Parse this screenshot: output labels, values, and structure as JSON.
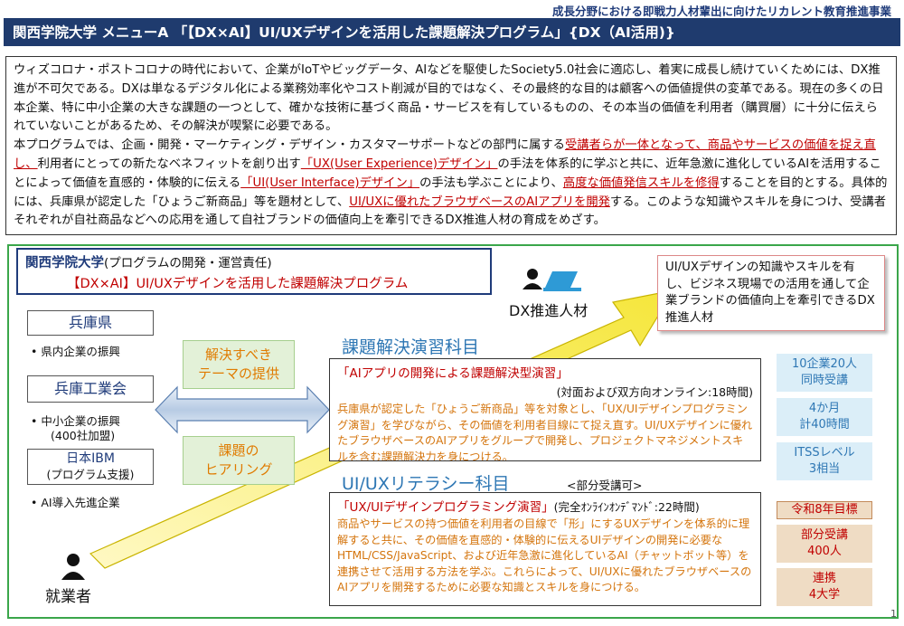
{
  "header": {
    "caption": "成長分野における即戦力人材輩出に向けたリカレント教育推進事業",
    "title": "関西学院大学 メニューA 「【DX×AI】UI/UXデザインを活用した課題解決プログラム」{DX（AI活用)}"
  },
  "intro": {
    "p1": "ウィズコロナ・ポストコロナの時代において、企業がIoTやビッグデータ、AIなどを駆使したSociety5.0社会に適応し、着実に成長し続けていくためには、DX推進が不可欠である。DXは単なるデジタル化による業務効率化やコスト削減が目的ではなく、その最終的な目的は顧客への価値提供の変革である。現在の多くの日本企業、特に中小企業の大きな課題の一つとして、確かな技術に基づく商品・サービスを有しているものの、その本当の価値を利用者（購買層）に十分に伝えられていないことがあるため、その解決が喫緊に必要である。",
    "p2_a": "本プログラムでは、企画・開発・マーケティング・デザイン・カスタマーサポートなどの部門に属する",
    "p2_h1": "受講者らが一体となって、商品やサービスの価値を捉え直し、",
    "p2_b": "利用者にとっての新たなベネフィットを創り出す",
    "p2_h2": "「UX(User Experience)デザイン」",
    "p2_c": "の手法を体系的に学ぶと共に、近年急激に進化しているAIを活用することによって価値を直感的・体験的に伝える",
    "p2_h3": "「UI(User Interface)デザイン」",
    "p2_d": "の手法も学ぶことにより、",
    "p2_h4": "高度な価値発信スキルを修得",
    "p2_e": "することを目的とする。具体的には、兵庫県が認定した「ひょうご新商品」等を題材として、",
    "p2_h5": "UI/UXに優れたブラウザベースのAIアプリを開発",
    "p2_f": "する。このような知識やスキルを身につけ、受講者それぞれが自社商品などへの応用を通して自社ブランドの価値向上を牽引できるDX推進人材の育成をめざす。"
  },
  "diagram": {
    "provider": {
      "name": "関西学院大学",
      "role": "(プログラムの開発・運営責任)",
      "program": "【DX×AI】UI/UXデザインを活用した課題解決プログラム"
    },
    "partners": [
      {
        "name": "兵庫県",
        "bullets": [
          "県内企業の振興"
        ]
      },
      {
        "name": "兵庫工業会",
        "bullets": [
          "中小企業の振興"
        ]
      },
      {
        "name": "(400社加盟)",
        "bullets": []
      },
      {
        "name": "日本IBM",
        "sub": "(プログラム支援)",
        "bullets": [
          "AI導入先進企業"
        ]
      }
    ],
    "green_boxes": [
      "解決すべき\nテーマの提供",
      "課題の\nヒアリング"
    ],
    "top_person": "DX推進人材",
    "bottom_person": "就業者",
    "goal_text": "UI/UXデザインの知識やスキルを有し、ビジネス現場での活用を通して企業ブランドの価値向上を牽引できるDX推進人材",
    "section1": {
      "title": "課題解決演習科目",
      "course": "「AIアプリの開発による課題解決型演習」",
      "format": "(対面および双方向オンライン:18時間)",
      "desc": "兵庫県が認定した「ひょうご新商品」等を対象とし、「UX/UIデザインプログラミング演習」を学びながら、その価値を利用者目線にて捉え直す。UI/UXデザインに優れたブラウザベースのAIアプリをグループで開発し、プロジェクトマネジメントスキルを含む課題解決力を身につける。"
    },
    "section2": {
      "title": "UI/UXリテラシー科目",
      "note": "<部分受講可>",
      "course": "「UX/UIデザインプログラミング演習」",
      "format": "(完全ｵﾝﾗｲﾝｵﾝﾃﾞﾏﾝﾄﾞ:22時間)",
      "desc": "商品やサービスの持つ価値を利用者の目線で「形」にするUXデザインを体系的に理解すると共に、その価値を直感的・体験的に伝えるUIデザインの開発に必要なHTML/CSS/JavaScript、および近年急激に進化しているAI（チャットボット等）を連携させて活用する方法を学ぶ。これらによって、UI/UXに優れたブラウザベースのAIアプリを開発するために必要な知識とスキルを身につける。"
    },
    "stats": [
      "10企業20人\n同時受講",
      "4か月\n計40時間",
      "ITSSレベル\n3相当"
    ],
    "target_header": "令和8年目標",
    "targets": [
      "部分受講\n400人",
      "連携\n4大学"
    ]
  },
  "page_number": "1",
  "colors": {
    "navy": "#1f3b6e",
    "red": "#c00000",
    "green_frame": "#3aa64a",
    "orange": "#d4740c",
    "blue": "#2e77b4"
  }
}
